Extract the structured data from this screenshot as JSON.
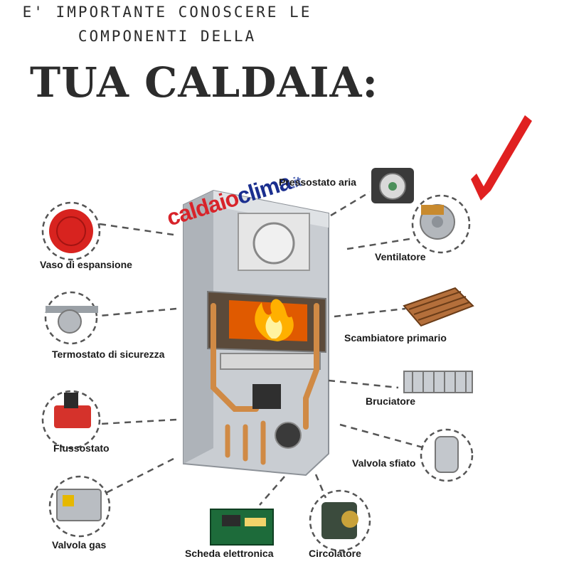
{
  "header": {
    "line1": "E' IMPORTANTE CONOSCERE LE",
    "line2": "COMPONENTI DELLA",
    "title": "TUA CALDAIA:"
  },
  "logo": {
    "part1": "caldaio",
    "part2": "clima",
    "part3": ".it"
  },
  "components": [
    {
      "id": "pressostato-aria",
      "label": "Pressostato aria"
    },
    {
      "id": "ventilatore",
      "label": "Ventilatore"
    },
    {
      "id": "scambiatore-primario",
      "label": "Scambiatore primario"
    },
    {
      "id": "bruciatore",
      "label": "Bruciatore"
    },
    {
      "id": "valvola-sfiato",
      "label": "Valvola sfiato"
    },
    {
      "id": "circolatore",
      "label": "Circolatore"
    },
    {
      "id": "scheda-elettronica",
      "label": "Scheda elettronica"
    },
    {
      "id": "valvola-gas",
      "label": "Valvola gas"
    },
    {
      "id": "flussostato",
      "label": "Flussostato"
    },
    {
      "id": "termostato-di-sicurezza",
      "label": "Termostato di sicurezza"
    },
    {
      "id": "vaso-di-espansione",
      "label": "Vaso di espansione"
    }
  ],
  "colors": {
    "arrow": "#e02020",
    "connector": "#555555",
    "flame": "#ff8a00"
  }
}
